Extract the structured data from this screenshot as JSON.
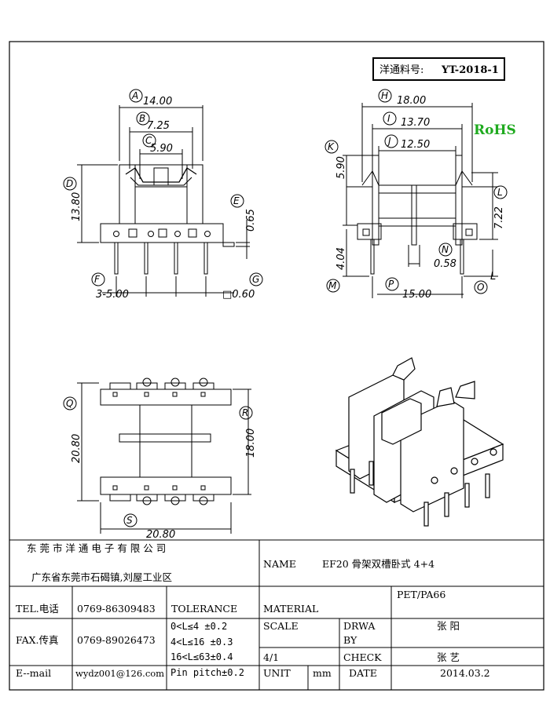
{
  "part_number": {
    "label": "洋通料号:",
    "value": "YT-2018-1"
  },
  "rohs": "RoHS",
  "views": {
    "front": {
      "dims": {
        "A": "14.00",
        "B": "7.25",
        "C": "5.90",
        "D": "13.80",
        "E": "0.65",
        "F": "3-5.00",
        "G": "□0.60"
      }
    },
    "side": {
      "dims": {
        "H": "18.00",
        "I": "13.70",
        "J": "12.50",
        "K": "5.90",
        "L": "7.22",
        "M": "4.04",
        "N": "0.58",
        "O": "L",
        "P": "15.00"
      }
    },
    "bottom": {
      "dims": {
        "Q": "20.80",
        "R": "18.00",
        "S": "20.80"
      }
    }
  },
  "title_block": {
    "company": "东 莞 市 洋 通 电 子 有 限 公 司",
    "address": "广东省东莞市石碣镇,刘屋工业区",
    "name_label": "NAME",
    "name_value": "EF20 骨架双槽卧式 4+4",
    "tel_label": "TEL.电话",
    "tel_value": "0769-86309483",
    "fax_label": "FAX.传真",
    "fax_value": "0769-89026473",
    "email_label": "E--mail",
    "email_value": "wydz001@126.com",
    "tolerance_label": "TOLERANCE",
    "tolerance_rows": [
      "0<L≤4  ±0.2",
      "4<L≤16 ±0.3",
      "16<L≤63±0.4",
      "Pin pitch±0.2"
    ],
    "material_label": "MATERIAL",
    "material_value": "PET/PA66",
    "scale_label": "SCALE",
    "scale_value": "4/1",
    "drawn_label_1": "DRWA",
    "drawn_label_2": "BY",
    "drawn_value": "张  阳",
    "check_label": "CHECK",
    "check_value": "张  艺",
    "unit_label": "UNIT",
    "unit_value": "mm",
    "date_label": "DATE",
    "date_value": "2014.03.2"
  }
}
